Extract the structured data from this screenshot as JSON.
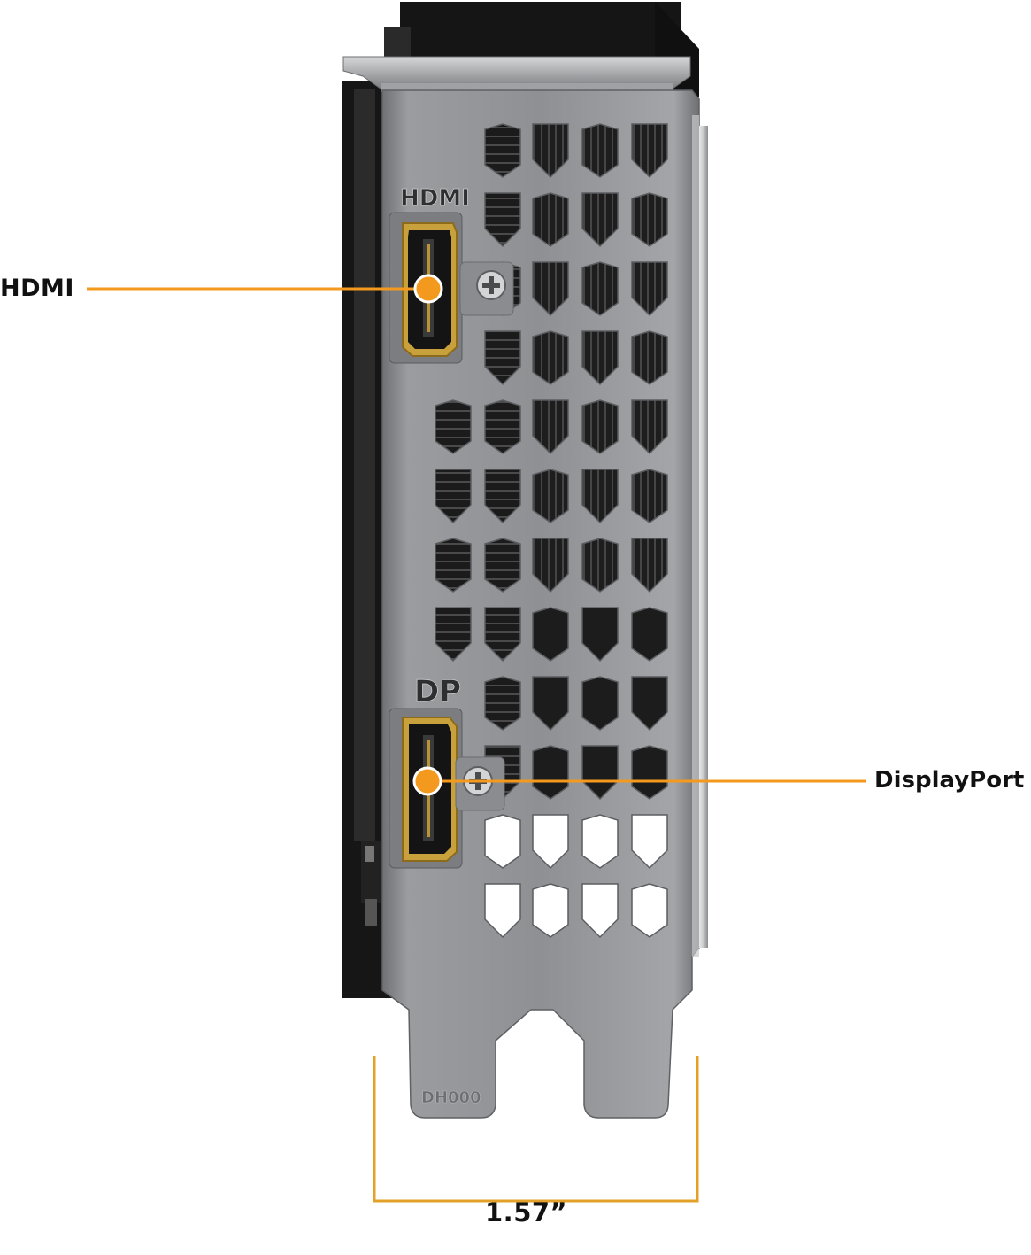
{
  "callouts": {
    "hdmi": "HDMI",
    "displayport": "DisplayPort"
  },
  "bracket_markings": {
    "hdmi_port_label": "HDMI",
    "dp_port_label": "DP",
    "stamp": "DH000"
  },
  "dimension": {
    "width_label": "1.57”"
  },
  "colors": {
    "accent_orange": "#F39A1E",
    "bracket_metal": "#8E9093",
    "heatsink_dark": "#1A1A1A",
    "port_gold": "#C9A13C"
  }
}
